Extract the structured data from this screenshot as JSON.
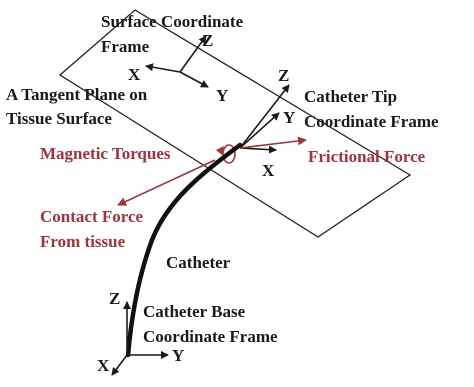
{
  "labels": {
    "surface_frame_1": "Surface Coordinate",
    "surface_frame_2": "Frame",
    "tangent_plane_1": "A Tangent Plane on",
    "tangent_plane_2": "Tissue Surface",
    "tip_frame_1": "Catheter Tip",
    "tip_frame_2": "Coordinate Frame",
    "magnetic_torques": "Magnetic Torques",
    "frictional_force": "Frictional Force",
    "contact_force_1": "Contact Force",
    "contact_force_2": "From tissue",
    "catheter": "Catheter",
    "base_frame_1": "Catheter Base",
    "base_frame_2": "Coordinate Frame"
  },
  "axes": {
    "surface": {
      "x": "X",
      "y": "Y",
      "z": "Z"
    },
    "tip": {
      "x": "X",
      "y": "Y",
      "z": "Z"
    },
    "base": {
      "x": "X",
      "y": "Y",
      "z": "Z"
    }
  },
  "colors": {
    "ink": "#1a1a1a",
    "force": "#a5323a"
  }
}
